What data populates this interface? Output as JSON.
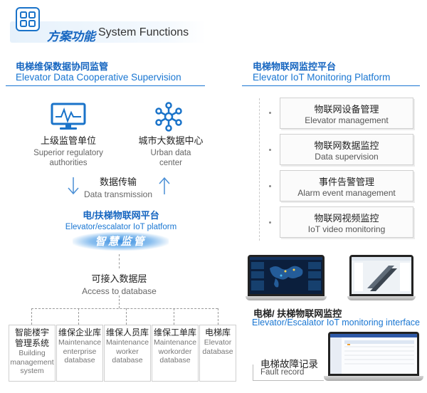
{
  "header": {
    "title_cn": "方案功能",
    "title_en": "System Functions"
  },
  "left": {
    "section_cn": "电梯维保数据协同监管",
    "section_en": "Elevator Data Cooperative Supervision",
    "authorities": {
      "cn": "上级监管单位",
      "en1": "Superior regulatory",
      "en2": "authorities"
    },
    "urban": {
      "cn": "城市大数据中心",
      "en1": "Urban data",
      "en2": "center"
    },
    "transmission": {
      "cn": "数据传输",
      "en": "Data transmission"
    },
    "platform": {
      "cn": "电/扶梯物联网平台",
      "en": "Elevator/escalator IoT platform"
    },
    "wisdom": "智慧监管",
    "access": {
      "cn": "可接入数据层",
      "en": "Access to database"
    },
    "databases": [
      {
        "cn1": "智能楼宇",
        "cn2": "管理系统",
        "en": [
          "Building",
          "management",
          "system"
        ]
      },
      {
        "cn1": "维保企业库",
        "cn2": "",
        "en": [
          "Maintenance",
          "enterprise",
          "database"
        ]
      },
      {
        "cn1": "维保人员库",
        "cn2": "",
        "en": [
          "Maintenance",
          "worker",
          "database"
        ]
      },
      {
        "cn1": "维保工单库",
        "cn2": "",
        "en": [
          "Maintenance",
          "workorder",
          "database"
        ]
      },
      {
        "cn1": "电梯库",
        "cn2": "",
        "en": [
          "Elevator",
          "database",
          ""
        ]
      }
    ]
  },
  "right": {
    "section_cn": "电梯物联网监控平台",
    "section_en": "Elevator IoT Monitoring Platform",
    "modules": [
      {
        "cn": "物联网设备管理",
        "en": "Elevator management"
      },
      {
        "cn": "物联网数据监控",
        "en": "Data supervision"
      },
      {
        "cn": "事件告警管理",
        "en": "Alarm event management"
      },
      {
        "cn": "物联网视频监控",
        "en": "IoT video monitoring"
      }
    ],
    "interface": {
      "cn": "电梯/ 扶梯物联网监控",
      "en": "Elevator/Escalator IoT monitoring interface"
    },
    "fault": {
      "cn": "电梯故障记录",
      "en": "Fault record"
    }
  },
  "colors": {
    "primary": "#1565c0",
    "accent": "#1976d2",
    "icon_blue": "#1a73c9"
  }
}
